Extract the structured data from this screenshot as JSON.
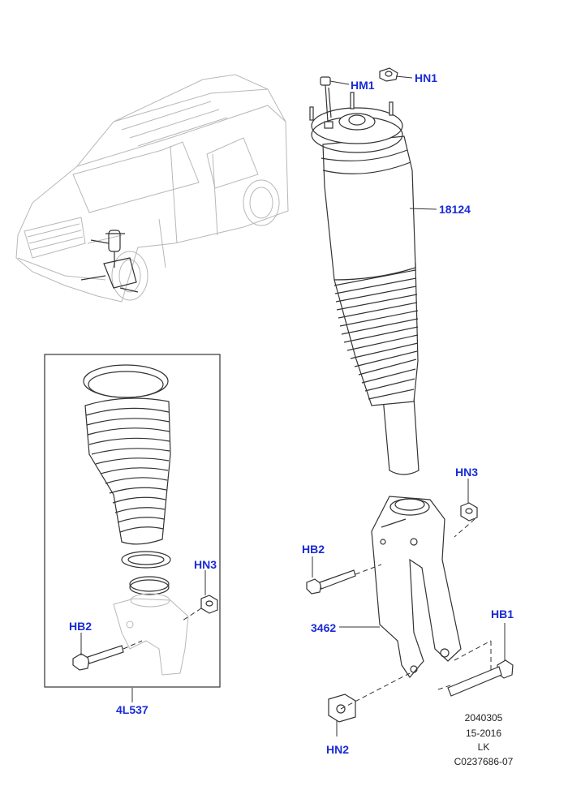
{
  "callouts": {
    "hm1": "HM1",
    "hn1": "HN1",
    "spring": "18124",
    "hn3_top": "HN3",
    "hb2_right": "HB2",
    "knuckle": "3462",
    "hb1": "HB1",
    "hn2": "HN2",
    "hn3_box": "HN3",
    "hb2_box": "HB2",
    "kit": "4L537"
  },
  "reference": {
    "line1": "2040305",
    "line2": "15-2016",
    "line3": "LK",
    "line4": "C0237686-07"
  },
  "colors": {
    "callout": "#1a2bd6",
    "linework": "#333333",
    "ghost": "#b8b8b8"
  }
}
